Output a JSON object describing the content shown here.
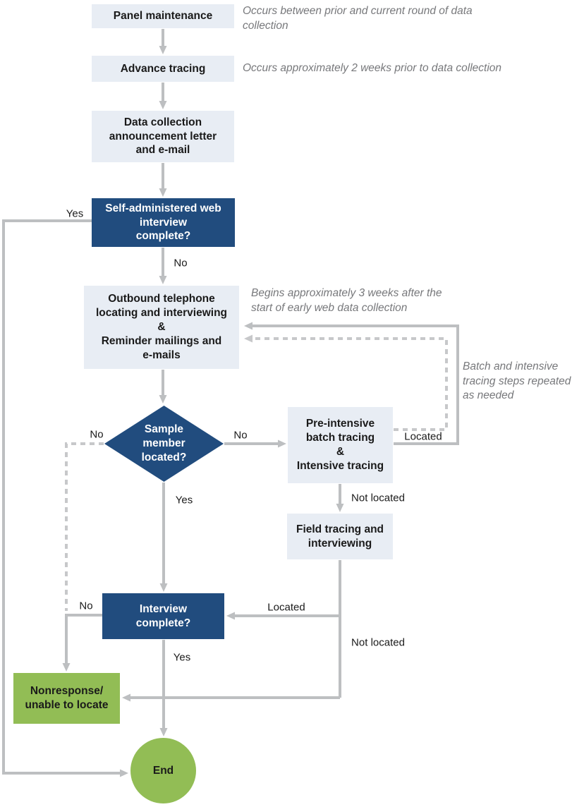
{
  "diagram": {
    "title": "Survey data collection and tracing flowchart",
    "colors": {
      "node_light": "#e8edf4",
      "node_dark": "#214c7e",
      "node_green": "#92bd55",
      "connector_solid": "#bdbfc1",
      "connector_dashed": "#c7c8ca",
      "annotation_text": "#77787b",
      "label_text": "#1a1a1a"
    }
  },
  "nodes": {
    "panel_maintenance": {
      "type": "process",
      "label": "Panel maintenance"
    },
    "advance_tracing": {
      "type": "process",
      "label": "Advance tracing"
    },
    "announcement": {
      "type": "process",
      "label": "Data collection\nannouncement letter\nand e-mail"
    },
    "web_interview": {
      "type": "decision-box",
      "label": "Self-administered web\ninterview\ncomplete?"
    },
    "outbound": {
      "type": "process",
      "label": "Outbound telephone\nlocating and interviewing\n&\nReminder mailings and\ne-mails"
    },
    "sample_located": {
      "type": "decision-diamond",
      "label": "Sample\nmember\nlocated?"
    },
    "batch_tracing": {
      "type": "process",
      "label": "Pre-intensive\nbatch tracing\n&\nIntensive tracing"
    },
    "field_tracing": {
      "type": "process",
      "label": "Field tracing and\ninterviewing"
    },
    "interview_complete": {
      "type": "decision-box",
      "label": "Interview\ncomplete?"
    },
    "nonresponse": {
      "type": "terminal",
      "label": "Nonresponse/\nunable to locate"
    },
    "end": {
      "type": "terminal-circle",
      "label": "End"
    }
  },
  "edge_labels": {
    "yes_web": "Yes",
    "no_web": "No",
    "no_diamond_left": "No",
    "no_diamond_right": "No",
    "yes_diamond": "Yes",
    "located_loop": "Located",
    "not_located_batch": "Not located",
    "located_field": "Located",
    "not_located_field": "Not located",
    "no_interview": "No",
    "yes_interview": "Yes"
  },
  "annotations": {
    "panel_note": "Occurs between prior and current round of data\ncollection",
    "advance_note": "Occurs approximately 2 weeks prior to data collection",
    "outbound_note": "Begins approximately 3 weeks after the\nstart of early web data collection",
    "tracing_note": "Batch and intensive\ntracing steps repeated\nas needed"
  }
}
